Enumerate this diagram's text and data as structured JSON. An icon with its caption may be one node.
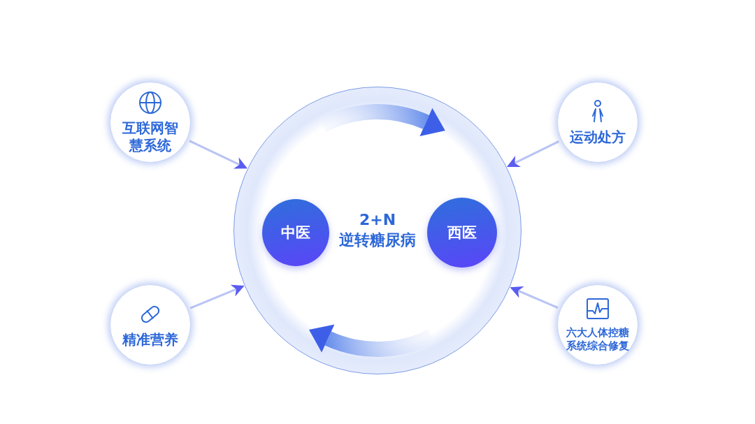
{
  "diagram": {
    "nodes": [
      {
        "text": [
          "2+N 逆转糖尿病"
        ]
      },
      {
        "text": [
          "中医"
        ],
        "in": 0
      },
      {
        "text": [
          "西医"
        ],
        "in": 0
      },
      {
        "text": [
          "互联网智慧系统"
        ]
      },
      {
        "text": [
          "运动处方"
        ]
      },
      {
        "text": [
          "精准营养"
        ]
      },
      {
        "text": [
          "六大人体控糖系统综合修复"
        ]
      }
    ],
    "edges": [
      {
        "from": 3,
        "to": 0,
        "arrow": "to"
      },
      {
        "from": 4,
        "to": 0,
        "arrow": "to"
      },
      {
        "from": 5,
        "to": 0,
        "arrow": "to"
      },
      {
        "from": 6,
        "to": 0,
        "arrow": "to"
      }
    ]
  }
}
